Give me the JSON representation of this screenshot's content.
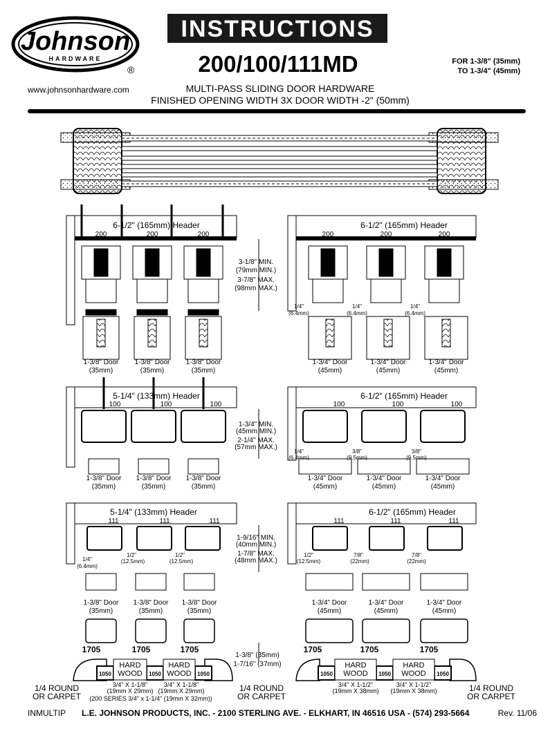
{
  "brand": {
    "logo_word": "Johnson",
    "logo_sub": "HARDWARE",
    "registered": "®"
  },
  "header": {
    "banner": "INSTRUCTIONS",
    "model": "200/100/111MD",
    "fit_line1": "FOR 1-3/8\" (35mm)",
    "fit_line2": "TO 1-3/4\" (45mm)",
    "url": "www.johnsonhardware.com",
    "desc_line1": "MULTI-PASS SLIDING DOOR HARDWARE",
    "desc_line2": "FINISHED OPENING WIDTH 3X DOOR WIDTH -2\" (50mm)"
  },
  "sections": {
    "s200": {
      "left_header": "6-1/2\" (165mm) Header",
      "right_header": "6-1/2\" (165mm) Header",
      "track": "200",
      "clr_a": "3-1/8\" MIN.",
      "clr_b": "(79mm MIN.)",
      "clr_c": "3-7/8\" MAX.",
      "clr_d": "(98mm MAX.)",
      "gap": "1/4\"",
      "gap_mm": "(6.4mm)"
    },
    "s100": {
      "left_header": "5-1/4\" (133mm) Header",
      "right_header": "6-1/2\" (165mm) Header",
      "track": "100",
      "clr_a": "1-3/4\" MIN.",
      "clr_b": "(45mm MIN.)",
      "clr_c": "2-1/4\" MAX.",
      "clr_d": "(57mm MAX.)",
      "gap": "1/4\"",
      "gap_mm": "(6.4mm)",
      "gap2": "3/8\"",
      "gap2_mm": "(9.5mm)"
    },
    "s111": {
      "left_header": "5-1/4\" (133mm) Header",
      "right_header": "6-1/2\" (165mm) Header",
      "track": "111",
      "clr_a": "1-9/16\" MIN.",
      "clr_b": "(40mm MIN.)",
      "clr_c": "1-7/8\" MAX.",
      "clr_d": "(48mm MAX.)",
      "gap": "1/4\"",
      "gap_mm": "(6.4mm)",
      "half": "1/2\"",
      "half_mm": "(12.5mm)",
      "seven": "7/8\"",
      "seven_mm": "(22mm)"
    },
    "doors": {
      "thin": "1-3/8\" Door",
      "thin_mm": "(35mm)",
      "thick": "1-3/4\" Door",
      "thick_mm": "(45mm)"
    },
    "floor": {
      "guide": "1705",
      "plate": "1050",
      "hw1": "HARD",
      "hw2": "WOOD",
      "clr_a": "1-3/8\" (35mm)",
      "clr_b": "1-7/16\" (37mm)",
      "round1": "1/4 ROUND",
      "round2": "OR CARPET",
      "l_size": "3/4\" X 1-1/8\"",
      "l_size_mm": "(19mm X 29mm)",
      "series": "(200 SERIES 3/4\" x 1-1/4\" (19mm X 32mm))",
      "r_size": "3/4\" X 1-1/2\"",
      "r_size_mm": "(19mm X 38mm)"
    }
  },
  "footer": {
    "code": "INMULTIP",
    "company": "L.E. JOHNSON PRODUCTS, INC. - 2100 STERLING AVE. - ELKHART, IN 46516 USA - (574) 293-5664",
    "rev": "Rev. 11/06"
  }
}
